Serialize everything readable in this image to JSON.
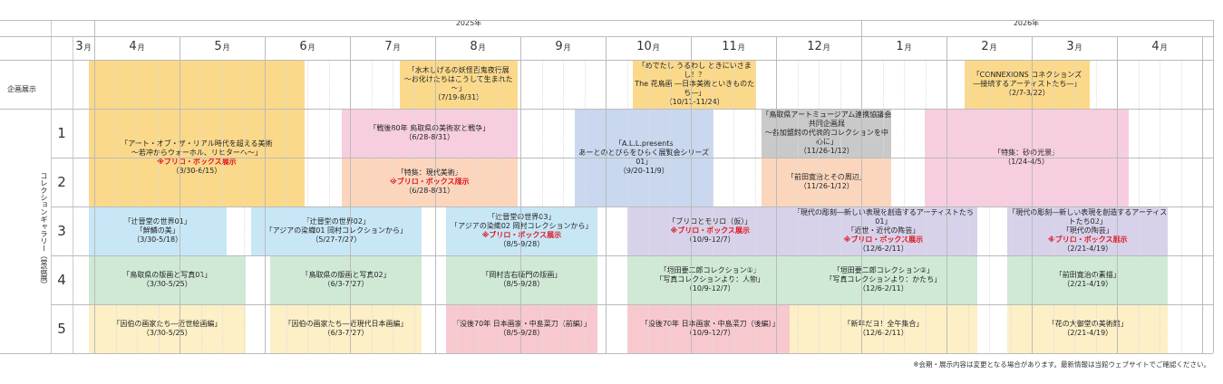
{
  "years": [
    "2025年",
    "2026年"
  ],
  "months": [
    {
      "n": "3",
      "u": "月"
    },
    {
      "n": "4",
      "u": "月"
    },
    {
      "n": "5",
      "u": "月"
    },
    {
      "n": "6",
      "u": "月"
    },
    {
      "n": "7",
      "u": "月"
    },
    {
      "n": "8",
      "u": "月"
    },
    {
      "n": "9",
      "u": "月"
    },
    {
      "n": "10",
      "u": "月"
    },
    {
      "n": "11",
      "u": "月"
    },
    {
      "n": "12",
      "u": "月"
    },
    {
      "n": "1",
      "u": "月"
    },
    {
      "n": "2",
      "u": "月"
    },
    {
      "n": "3",
      "u": "月"
    },
    {
      "n": "4",
      "u": "月"
    }
  ],
  "row_labels": {
    "special": "企画展示",
    "collection": "コレクションギャラリー（常設展）",
    "numbers": [
      "1",
      "2",
      "3",
      "4",
      "5"
    ]
  },
  "colors": {
    "orange": "#fbd98b",
    "pink": "#f7cde0",
    "peach": "#fbd6bd",
    "blue": "#c9d8ef",
    "gray": "#c9c9c9",
    "cyan": "#c7e7f7",
    "purple": "#d7d2ea",
    "green": "#cfe9d5",
    "cream": "#fdefc6",
    "rose": "#f7c9cf"
  },
  "events": [
    {
      "id": "special-early",
      "row": "special",
      "start": "2025-03-30",
      "end": "2025-06-15",
      "color": "orange",
      "lines": []
    },
    {
      "id": "mizuki",
      "row": "special",
      "start": "2025-07-19",
      "end": "2025-08-31",
      "color": "orange",
      "lines": [
        "「水木しげるの妖怪百鬼夜行展",
        "～お化けたちはこうして生まれた～」",
        "（7/19-8/31）"
      ]
    },
    {
      "id": "kachoga",
      "row": "special",
      "start": "2025-10-11",
      "end": "2025-11-24",
      "color": "orange",
      "lines": [
        "「めでたし うるわし ときにいさまし！？",
        "The 花鳥画 ―日本美術といきものたち―」",
        "（10/11-11/24）"
      ]
    },
    {
      "id": "connexions",
      "row": "special",
      "start": "2026-02-07",
      "end": "2026-03-22",
      "color": "orange",
      "lines": [
        "「CONNEXIONS コネクションズ",
        "―接続するアーティストたち―」",
        "（2/7-3/22）"
      ]
    },
    {
      "id": "art-of-the-real",
      "row": "c1",
      "rows": 2,
      "start": "2025-03-30",
      "end": "2025-06-15",
      "color": "orange",
      "lines": [
        "「アート・オブ・ザ・リアル時代を超える美術",
        "～若冲からウォーホル、リヒターへ～」",
        "※ブリロ・ボックス展示",
        "（3/30-6/15）"
      ],
      "red": [
        2
      ]
    },
    {
      "id": "sengo80",
      "row": "c1",
      "start": "2025-06-28",
      "end": "2025-08-31",
      "color": "pink",
      "lines": [
        "「戦後80年 鳥取県の美術家と戦争」",
        "（6/28-8/31）"
      ]
    },
    {
      "id": "all-presents",
      "row": "c1",
      "rows": 2,
      "start": "2025-09-20",
      "end": "2025-11-09",
      "color": "blue",
      "lines": [
        "「A.L.L.presents",
        "あーとのとびらをひらく展覧会シリーズ01」",
        "（9/20-11/9）"
      ]
    },
    {
      "id": "renkeikyo",
      "row": "c1",
      "start": "2025-11-26",
      "end": "2026-01-12",
      "color": "gray",
      "lines": [
        "「鳥取県アートミュージアム連携協議会",
        "共同企画展",
        "～各加盟館の代表的コレクションを中心に」",
        "（11/26-1/12）"
      ]
    },
    {
      "id": "suna",
      "row": "c1",
      "rows": 2,
      "start": "2026-01-24",
      "end": "2026-04-05",
      "color": "pink",
      "lines": [
        "「特集：砂の光景」",
        "（1/24-4/5）"
      ]
    },
    {
      "id": "gendai",
      "row": "c2",
      "start": "2025-06-28",
      "end": "2025-08-31",
      "color": "peach",
      "lines": [
        "「特集：現代美術」",
        "※ブリロ・ボックス展示",
        "（6/28-8/31）"
      ],
      "red": [
        1
      ]
    },
    {
      "id": "maeda",
      "row": "c2",
      "start": "2025-11-26",
      "end": "2026-01-12",
      "color": "peach",
      "lines": [
        "「前田寛治とその周辺」",
        "（11/26-1/12）"
      ]
    },
    {
      "id": "tsuji1",
      "row": "c3",
      "start": "2025-03-30",
      "end": "2025-05-18",
      "color": "cyan",
      "lines": [
        "「辻晉堂の世界01」",
        "「鮮鱗の美」",
        "（3/30-5/18）"
      ]
    },
    {
      "id": "tsuji2",
      "row": "c3",
      "start": "2025-05-27",
      "end": "2025-07-27",
      "color": "cyan",
      "lines": [
        "「辻晉堂の世界02」",
        "「アジアの染織01 岡村コレクションから」",
        "（5/27-7/27）"
      ]
    },
    {
      "id": "tsuji3",
      "row": "c3",
      "start": "2025-08-05",
      "end": "2025-09-28",
      "color": "cyan",
      "lines": [
        "「辻晉堂の世界03」",
        "「アジアの染織02 岡村コレクションから」",
        "※ブリロ・ボックス展示",
        "（8/5-9/28）"
      ],
      "red": [
        2
      ]
    },
    {
      "id": "brillo-morimoto",
      "row": "c3",
      "start": "2025-10-09",
      "end": "2025-12-07",
      "color": "purple",
      "lines": [
        "「ブリロとモリロ（仮）」",
        "※ブリロ・ボックス展示",
        "（10/9-12/7）"
      ],
      "red": [
        1
      ]
    },
    {
      "id": "gendai-choukoku1",
      "row": "c3",
      "start": "2025-12-06",
      "end": "2026-02-11",
      "color": "purple",
      "lines": [
        "「現代の彫刻―新しい表現を創造するアーティストたち01」",
        "「近世・近代の陶芸」",
        "※ブリロ・ボックス展示",
        "（12/6-2/11）"
      ],
      "red": [
        2
      ]
    },
    {
      "id": "gendai-choukoku2",
      "row": "c3",
      "start": "2026-02-21",
      "end": "2026-04-19",
      "color": "purple",
      "lines": [
        "「現代の彫刻―新しい表現を創造するアーティストたち02」",
        "「現代の陶芸」",
        "※ブリロ・ボックス展示",
        "（2/21-4/19）"
      ],
      "red": [
        2
      ]
    },
    {
      "id": "hanga1",
      "row": "c4",
      "start": "2025-03-30",
      "end": "2025-05-25",
      "color": "green",
      "lines": [
        "「鳥取県の版画と写真01」",
        "（3/30-5/25）"
      ]
    },
    {
      "id": "hanga2",
      "row": "c4",
      "start": "2025-06-03",
      "end": "2025-07-27",
      "color": "green",
      "lines": [
        "「鳥取県の版画と写真02」",
        "（6/3-7/27）"
      ]
    },
    {
      "id": "okamura",
      "row": "c4",
      "start": "2025-08-05",
      "end": "2025-09-28",
      "color": "green",
      "lines": [
        "「岡村吉右衛門の版画」",
        "（8/5-9/28）"
      ]
    },
    {
      "id": "hosoda1",
      "row": "c4",
      "start": "2025-10-09",
      "end": "2025-12-07",
      "color": "green",
      "lines": [
        "「垣田要二郎コレクション①」",
        "「写真コレクションより：人物」",
        "（10/9-12/7）"
      ]
    },
    {
      "id": "hosoda2",
      "row": "c4",
      "start": "2025-12-06",
      "end": "2026-02-11",
      "color": "green",
      "lines": [
        "「垣田要二郎コレクション②」",
        "「写真コレクションより：かたち」",
        "（12/6-2/11）"
      ]
    },
    {
      "id": "maeda-sobyo",
      "row": "c4",
      "start": "2026-02-21",
      "end": "2026-04-19",
      "color": "green",
      "lines": [
        "「前田寛治の素描」",
        "（2/21-4/19）"
      ]
    },
    {
      "id": "inpaku1",
      "row": "c5",
      "start": "2025-03-30",
      "end": "2025-05-25",
      "color": "cream",
      "lines": [
        "「因伯の画家たち―近世絵画編」",
        "（3/30-5/25）"
      ]
    },
    {
      "id": "inpaku2",
      "row": "c5",
      "start": "2025-06-03",
      "end": "2025-07-27",
      "color": "cream",
      "lines": [
        "「因伯の画家たち―近現代日本画編」",
        "（6/3-7/27）"
      ]
    },
    {
      "id": "nakajima1",
      "row": "c5",
      "start": "2025-08-05",
      "end": "2025-09-28",
      "color": "rose",
      "lines": [
        "「没後70年 日本画家・中島菜刀（前編）」",
        "（8/5-9/28）"
      ]
    },
    {
      "id": "nakajima2",
      "row": "c5",
      "start": "2025-10-09",
      "end": "2025-12-07",
      "color": "rose",
      "lines": [
        "「没後70年 日本画家・中島菜刀（後編）」",
        "（10/9-12/7）"
      ]
    },
    {
      "id": "shinnen",
      "row": "c5",
      "start": "2025-12-06",
      "end": "2026-02-11",
      "color": "cream",
      "lines": [
        "「新年だヨ！全午集合」",
        "（12/6-2/11）"
      ]
    },
    {
      "id": "hana",
      "row": "c5",
      "start": "2026-02-21",
      "end": "2026-04-19",
      "color": "cream",
      "lines": [
        "「花の大御堂の美術館」",
        "（2/21-4/19）"
      ]
    }
  ],
  "note": "※会期・展示内容は変更となる場合があります。最新情報は当館ウェブサイトでご確認ください。"
}
